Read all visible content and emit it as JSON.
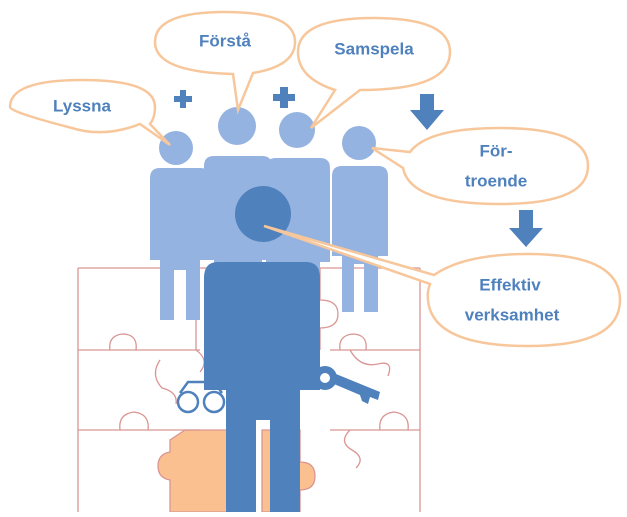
{
  "bubbles": {
    "lyssna": {
      "label": "Lyssna"
    },
    "forsta": {
      "label": "Förstå"
    },
    "samspela": {
      "label": "Samspela"
    },
    "fortroende": {
      "line1": "För-",
      "line2": "troende"
    },
    "effektiv": {
      "line1": "Effektiv",
      "line2": "verksamhet"
    }
  },
  "colors": {
    "bubble_fill": "#FFFFFF",
    "bubble_stroke": "#F7C79B",
    "text": "#4F81BD",
    "light_figure": "#95B3E0",
    "dark_figure": "#4F81BD",
    "puzzle_line": "#D99694",
    "puzzle_accent": "#FAC090",
    "arrow": "#4F81BD"
  },
  "icons": [
    "plus-icon",
    "plus-icon",
    "down-arrow-icon",
    "down-arrow-icon",
    "binoculars-icon",
    "key-icon"
  ]
}
